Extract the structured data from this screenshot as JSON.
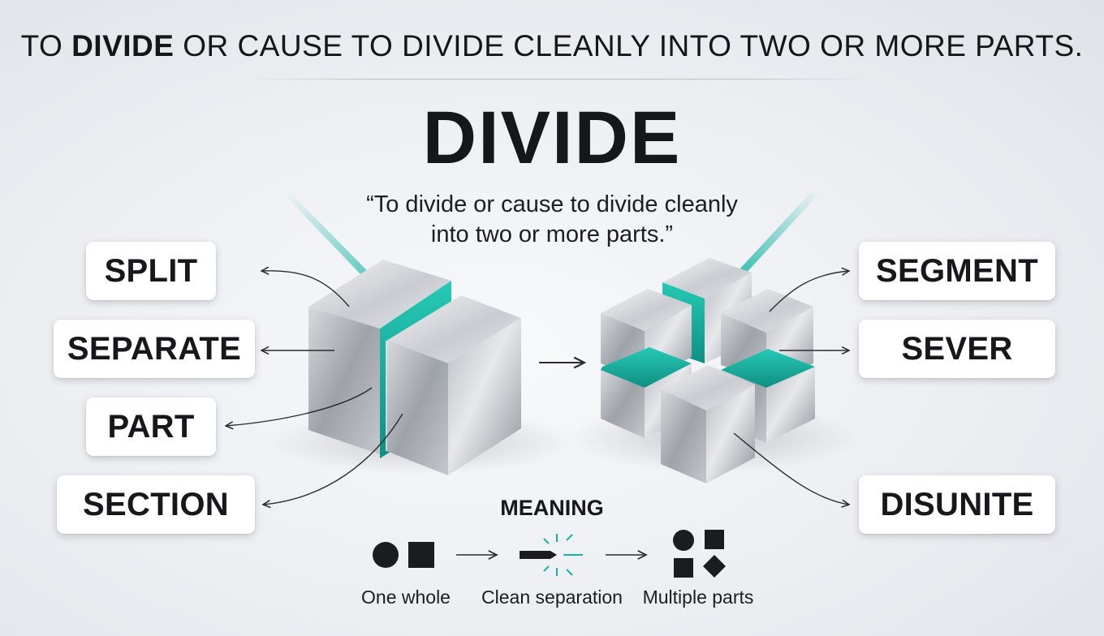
{
  "header": {
    "prefix": "TO ",
    "bold_word": "DIVIDE",
    "suffix": " OR CAUSE TO DIVIDE CLEANLY INTO TWO OR MORE PARTS."
  },
  "title": "DIVIDE",
  "definition": {
    "line1": "“To divide or cause to divide cleanly",
    "line2": "into two or more parts.”"
  },
  "synonyms_left": [
    "SPLIT",
    "SEPARATE",
    "PART",
    "SECTION"
  ],
  "synonyms_right": [
    "SEGMENT",
    "SEVER",
    "DISUNITE"
  ],
  "meaning": {
    "title": "MEANING",
    "steps": [
      "One whole",
      "Clean separation",
      "Multiple parts"
    ]
  },
  "colors": {
    "accent": "#17b3a3",
    "text": "#16181b",
    "background": "#eceef2"
  },
  "icons": [
    "circle-icon",
    "square-icon",
    "cut-icon",
    "diamond-icon",
    "arrow-icon"
  ]
}
